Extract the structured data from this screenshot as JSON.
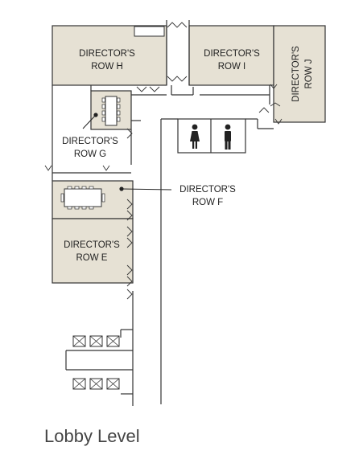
{
  "title": "Lobby Level",
  "colors": {
    "room_fill": "#e6e1d4",
    "wall": "#333333",
    "text": "#222222",
    "title": "#444444"
  },
  "rooms": {
    "row_h": [
      "DIRECTOR'S",
      "ROW H"
    ],
    "row_i": [
      "DIRECTOR'S",
      "ROW I"
    ],
    "row_j": [
      "DIRECTOR'S",
      "ROW J"
    ],
    "row_g": [
      "DIRECTOR'S",
      "ROW G"
    ],
    "row_f": [
      "DIRECTOR'S",
      "ROW F"
    ],
    "row_e": [
      "DIRECTOR'S",
      "ROW E"
    ]
  },
  "icons": [
    "women-restroom-icon",
    "men-restroom-icon",
    "conference-table-icon",
    "elevator-icon"
  ]
}
